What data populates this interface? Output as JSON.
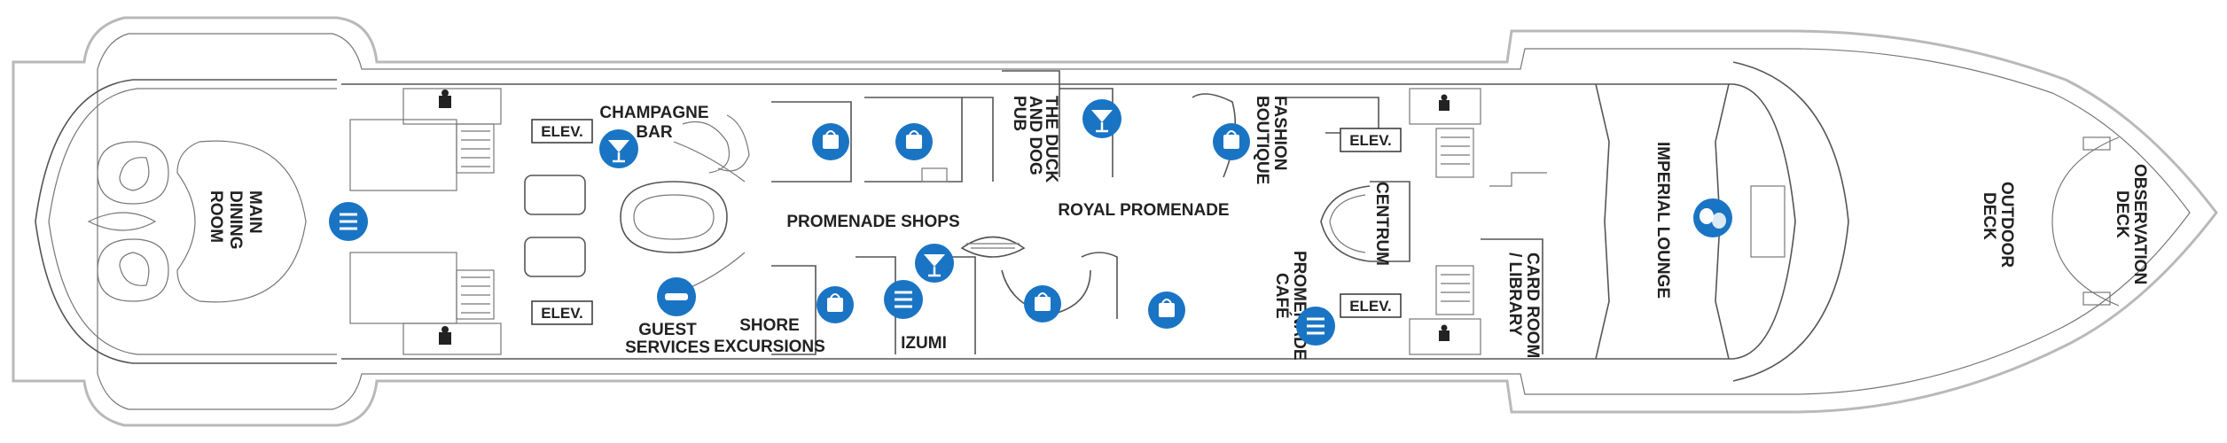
{
  "colors": {
    "hull_outline": "#b9b9b9",
    "wall": "#555555",
    "icon_blue": "#1a74c4",
    "text": "#222222",
    "background": "#ffffff"
  },
  "labels": {
    "main_dining_room": [
      "MAIN",
      "DINING",
      "ROOM"
    ],
    "champagne_bar": [
      "CHAMPAGNE",
      "BAR"
    ],
    "promenade_shops": "PROMENADE SHOPS",
    "royal_promenade": "ROYAL PROMENADE",
    "duck_and_dog_pub": [
      "THE DUCK",
      "AND DOG",
      "PUB"
    ],
    "fashion_boutique": [
      "FASHION",
      "BOUTIQUE"
    ],
    "centrum": "CENTRUM",
    "cafe_promenade": [
      "CAFÉ",
      "PROMENADE"
    ],
    "card_room_library": [
      "CARD ROOM",
      "/ LIBRARY"
    ],
    "imperial_lounge": "IMPERIAL LOUNGE",
    "outdoor_deck": [
      "OUTDOOR",
      "DECK"
    ],
    "observation_deck": [
      "OBSERVATION",
      "DECK"
    ],
    "guest_services": [
      "GUEST",
      "SERVICES"
    ],
    "shore_excursions": [
      "SHORE",
      "EXCURSIONS"
    ],
    "izumi": "IZUMI"
  },
  "elevators": {
    "aft_upper": "ELEV.",
    "aft_lower": "ELEV.",
    "fwd_upper": "ELEV.",
    "fwd_lower": "ELEV."
  },
  "icons": {
    "dining": "fork-knife-icon",
    "bar": "cocktail-glass-icon",
    "shop": "shopping-bag-icon",
    "info": "information-icon",
    "theater": "theater-masks-icon",
    "restroom": "restroom-icon"
  }
}
